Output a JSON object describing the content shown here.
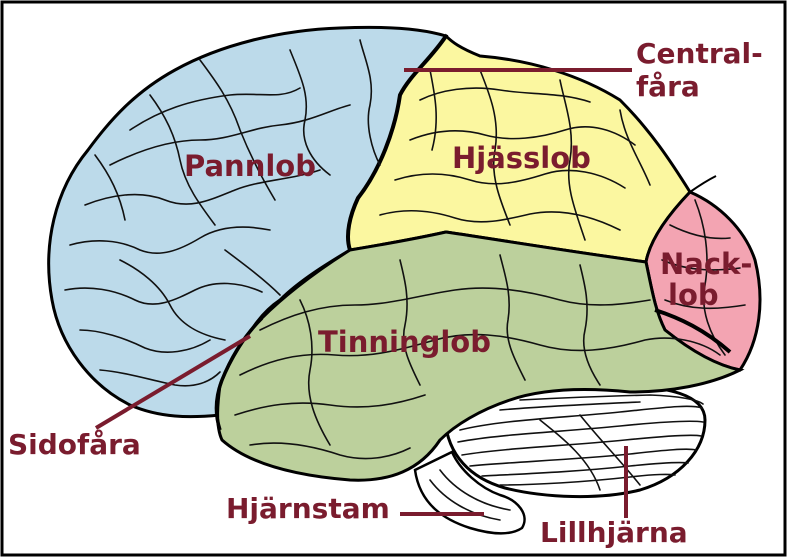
{
  "labels": {
    "frontal": "Pannlob",
    "parietal": "Hjässlob",
    "occipital_1": "Nack-",
    "occipital_2": "lob",
    "temporal": "Tinninglob",
    "central_1": "Central-",
    "central_2": "fåra",
    "lateral": "Sidofåra",
    "brainstem": "Hjärnstam",
    "cerebellum": "Lillhjärna"
  },
  "colors": {
    "frontal": "#bcdaea",
    "parietal": "#fbf7a0",
    "occipital": "#f3a4b2",
    "temporal": "#bcd09c",
    "cerebellum": "#ffffff",
    "label": "#7a1c2e",
    "frame": "#000000"
  }
}
